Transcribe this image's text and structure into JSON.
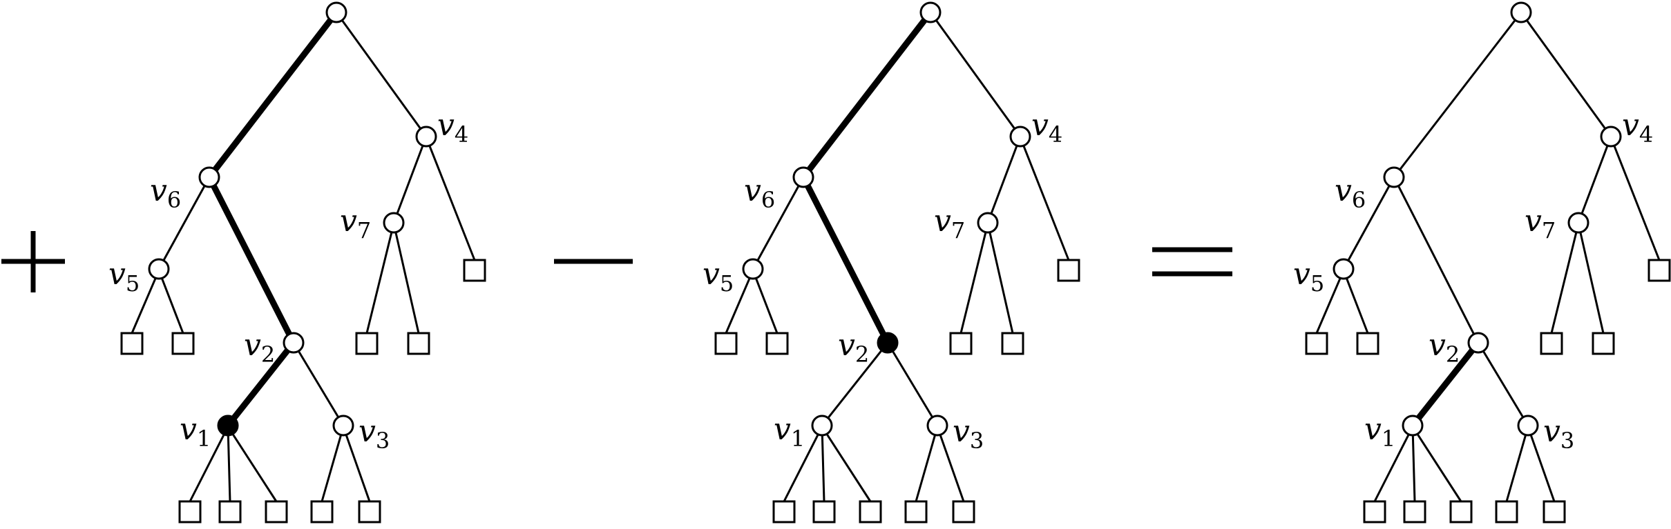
{
  "colors": {
    "ink": "#000000",
    "paper": "#ffffff"
  },
  "operators": [
    "plus",
    "minus",
    "equals"
  ],
  "trees": [
    {
      "id": "tree-1",
      "labels": [
        {
          "node": "v4",
          "base": "v",
          "sub": "4"
        },
        {
          "node": "v6",
          "base": "v",
          "sub": "6"
        },
        {
          "node": "v7",
          "base": "v",
          "sub": "7"
        },
        {
          "node": "v5",
          "base": "v",
          "sub": "5"
        },
        {
          "node": "v2",
          "base": "v",
          "sub": "2"
        },
        {
          "node": "v1",
          "base": "v",
          "sub": "1"
        },
        {
          "node": "v3",
          "base": "v",
          "sub": "3"
        }
      ],
      "filled_nodes": [
        "v1"
      ],
      "highlighted_edges": [
        [
          "root",
          "v6"
        ],
        [
          "v6",
          "v2"
        ],
        [
          "v2",
          "v1"
        ]
      ]
    },
    {
      "id": "tree-2",
      "labels": [
        {
          "node": "v4",
          "base": "v",
          "sub": "4"
        },
        {
          "node": "v6",
          "base": "v",
          "sub": "6"
        },
        {
          "node": "v7",
          "base": "v",
          "sub": "7"
        },
        {
          "node": "v5",
          "base": "v",
          "sub": "5"
        },
        {
          "node": "v2",
          "base": "v",
          "sub": "2"
        },
        {
          "node": "v1",
          "base": "v",
          "sub": "1"
        },
        {
          "node": "v3",
          "base": "v",
          "sub": "3"
        }
      ],
      "filled_nodes": [
        "v2"
      ],
      "highlighted_edges": [
        [
          "root",
          "v6"
        ],
        [
          "v6",
          "v2"
        ]
      ]
    },
    {
      "id": "tree-3",
      "labels": [
        {
          "node": "v4",
          "base": "v",
          "sub": "4"
        },
        {
          "node": "v6",
          "base": "v",
          "sub": "6"
        },
        {
          "node": "v7",
          "base": "v",
          "sub": "7"
        },
        {
          "node": "v5",
          "base": "v",
          "sub": "5"
        },
        {
          "node": "v2",
          "base": "v",
          "sub": "2"
        },
        {
          "node": "v1",
          "base": "v",
          "sub": "1"
        },
        {
          "node": "v3",
          "base": "v",
          "sub": "3"
        }
      ],
      "filled_nodes": [],
      "highlighted_edges": [
        [
          "v2",
          "v1"
        ]
      ]
    }
  ]
}
